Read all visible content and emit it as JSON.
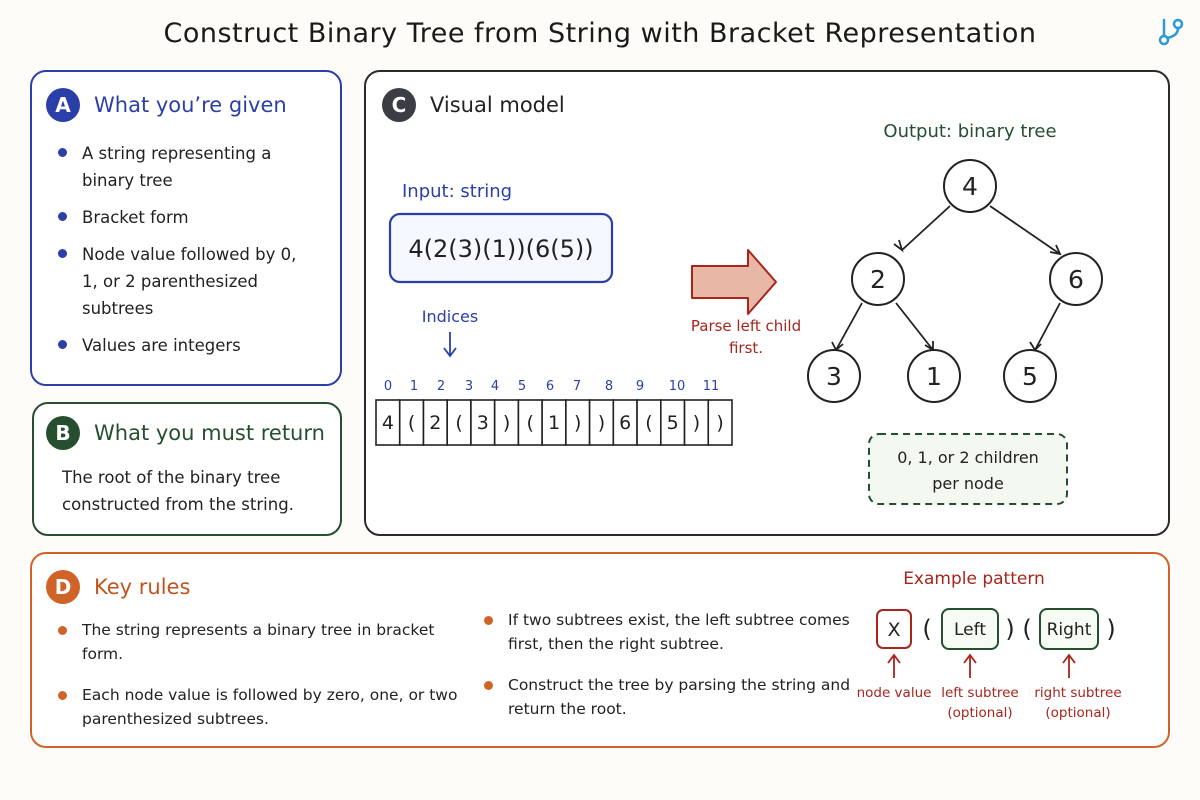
{
  "title": "Construct Binary Tree from String with Bracket Representation",
  "colors": {
    "given": "#2b3fa8",
    "return": "#254f2f",
    "visual": "#3a3d44",
    "rules": "#d06428",
    "arrow_fill": "#c0392b",
    "red_text": "#a8251c"
  },
  "panel_a": {
    "badge": "A",
    "heading": "What you’re given",
    "bullets": [
      "A string representing a binary tree",
      "Bracket form",
      "Node value followed by 0, 1, or 2 parenthesized subtrees",
      "Values are integers"
    ]
  },
  "panel_b": {
    "badge": "B",
    "heading": "What you must return",
    "text": "The root of the binary tree constructed from the string."
  },
  "panel_c": {
    "badge": "C",
    "heading": "Visual model",
    "input_label": "Input: string",
    "input_string": "4(2(3)(1))(6(5))",
    "indices_label": "Indices",
    "index_labels": [
      "0",
      "1",
      "2",
      "3",
      "4",
      "5",
      "6",
      "7",
      "8",
      "9",
      "10",
      "11"
    ],
    "chars": [
      "4",
      "(",
      "2",
      "(",
      "3",
      ")",
      "(",
      "1",
      ")",
      ")",
      "6",
      "(",
      "5",
      ")",
      ")"
    ],
    "arrow_caption_1": "Parse left child",
    "arrow_caption_2": "first.",
    "output_label": "Output: binary tree",
    "nodes": [
      "4",
      "2",
      "6",
      "3",
      "1",
      "5"
    ],
    "children_note_1": "0, 1, or 2 children",
    "children_note_2": "per node"
  },
  "panel_d": {
    "badge": "D",
    "heading": "Key rules",
    "bullets_left": [
      "The string represents a binary tree in bracket form.",
      "Each node value is followed by zero, one, or two parenthesized subtrees."
    ],
    "bullets_right": [
      "If two subtrees exist, the left subtree comes first, then the right subtree.",
      "Construct the tree by parsing the string and return the root."
    ],
    "pattern_title": "Example pattern",
    "pattern_x": "X",
    "pattern_left": "Left",
    "pattern_right": "Right",
    "paren_open": "(",
    "paren_close": ")",
    "node_value_label": "node value",
    "left_subtree_label": "left subtree",
    "right_subtree_label": "right subtree",
    "optional_label": "(optional)"
  }
}
